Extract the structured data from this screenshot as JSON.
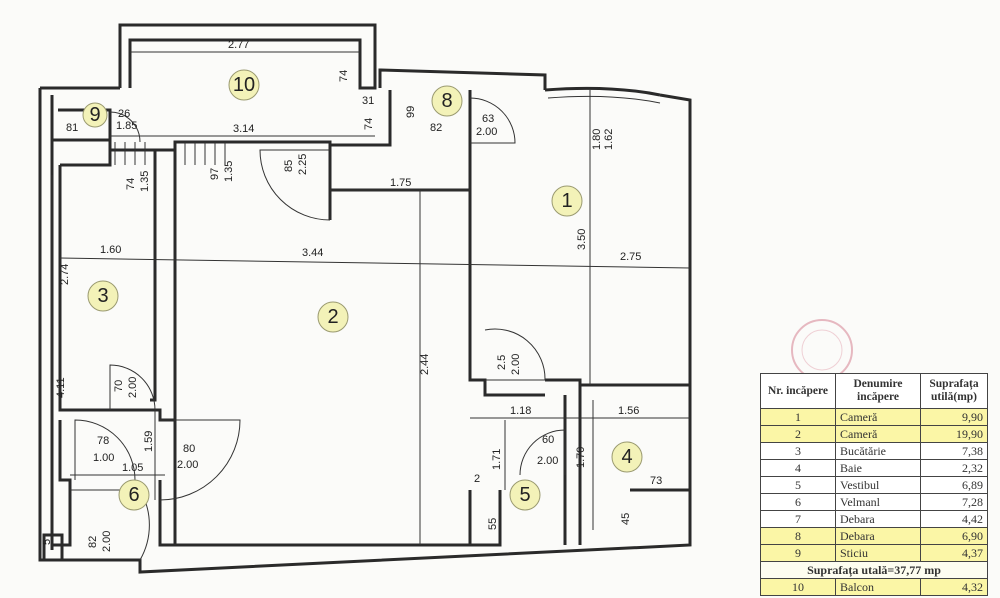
{
  "rooms": [
    "10",
    "9",
    "8",
    "1",
    "3",
    "2",
    "4",
    "5",
    "6"
  ],
  "dims": [
    "2.77",
    "74",
    "31",
    "74",
    "26",
    "1.85",
    "81",
    "3.14",
    "99",
    "82",
    "63",
    "2.00",
    "1.80",
    "1.62",
    "74",
    "1.35",
    "97",
    "1.35",
    "85",
    "2.25",
    "1.75",
    "1.60",
    "3.44",
    "3.50",
    "2.75",
    "2.74",
    "2.44",
    "70",
    "2.00",
    "4.11",
    "2.5",
    "2.00",
    "1.18",
    "1.56",
    "78",
    "1.00",
    "1.59",
    "80",
    "2.00",
    "1.05",
    "1.71",
    "60",
    "2.00",
    "1.70",
    "73",
    "2",
    "55",
    "45",
    "82",
    "2.00",
    "5"
  ],
  "table": {
    "headers": [
      "Nr. incăpere",
      "Denumire incăpere",
      "Suprafața utilă(mp)"
    ],
    "rows": [
      {
        "nr": "1",
        "name": "Cameră",
        "area": "9,90",
        "hl": true
      },
      {
        "nr": "2",
        "name": "Cameră",
        "area": "19,90",
        "hl": true
      },
      {
        "nr": "3",
        "name": "Bucătărie",
        "area": "7,38",
        "hl": false
      },
      {
        "nr": "4",
        "name": "Baie",
        "area": "2,32",
        "hl": false
      },
      {
        "nr": "5",
        "name": "Vestibul",
        "area": "6,89",
        "hl": false
      },
      {
        "nr": "6",
        "name": "Velmanl",
        "area": "7,28",
        "hl": false
      },
      {
        "nr": "7",
        "name": "Debara",
        "area": "4,42",
        "hl": false
      },
      {
        "nr": "8",
        "name": "Debara",
        "area": "6,90",
        "hl": true
      },
      {
        "nr": "9",
        "name": "Sticiu",
        "area": "4,37",
        "hl": true
      }
    ],
    "total": "Suprafața utală=37,77 mp",
    "extra": {
      "nr": "10",
      "name": "Balcon",
      "area": "4,32"
    }
  }
}
